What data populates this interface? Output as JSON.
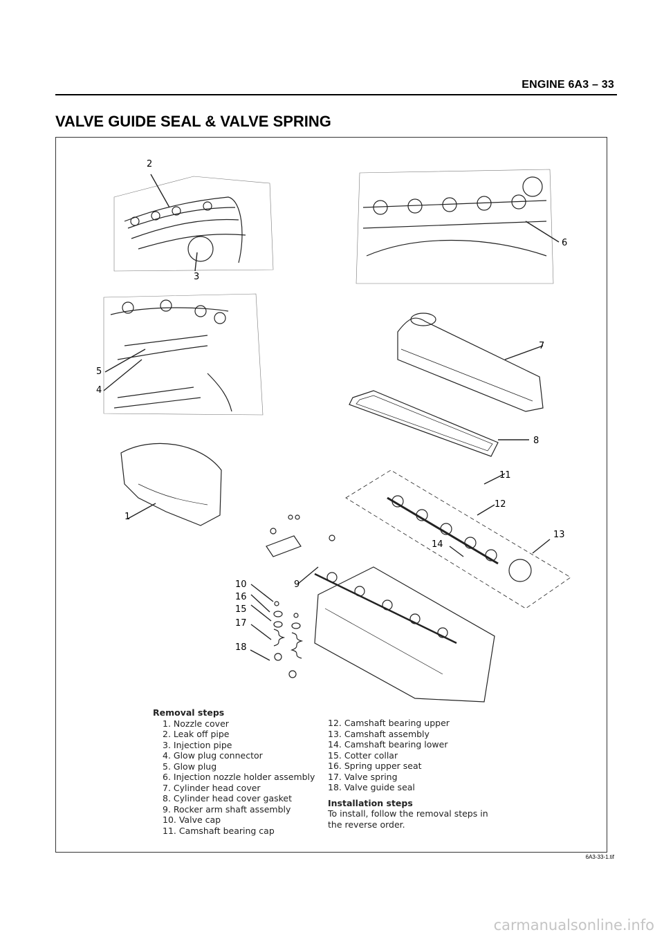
{
  "header": {
    "title": "ENGINE  6A3 – 33"
  },
  "page_title": "VALVE GUIDE SEAL & VALVE SPRING",
  "callouts": {
    "c1": "1",
    "c2": "2",
    "c3": "3",
    "c4": "4",
    "c5": "5",
    "c6": "6",
    "c7": "7",
    "c8": "8",
    "c9": "9",
    "c10": "10",
    "c11": "11",
    "c12": "12",
    "c13": "13",
    "c14": "14",
    "c15": "15",
    "c16": "16",
    "c17": "17",
    "c18": "18"
  },
  "removal": {
    "heading": "Removal steps",
    "col1": [
      " 1. Nozzle cover",
      " 2. Leak off pipe",
      " 3. Injection pipe",
      " 4. Glow plug connector",
      " 5. Glow plug",
      " 6. Injection nozzle holder assembly",
      " 7. Cylinder head cover",
      " 8. Cylinder head cover gasket",
      " 9. Rocker arm shaft assembly",
      "10. Valve cap",
      "11. Camshaft bearing cap"
    ],
    "col2": [
      "12. Camshaft bearing upper",
      "13. Camshaft assembly",
      "14. Camshaft bearing lower",
      "15. Cotter collar",
      "16. Spring upper seat",
      "17. Valve spring",
      "18. Valve guide seal"
    ]
  },
  "installation": {
    "heading": "Installation steps",
    "line1": "To install, follow the removal steps in",
    "line2": "the reverse order."
  },
  "file_ref": "6A3-33-1.tif",
  "watermark": "carmanualsonline.info"
}
